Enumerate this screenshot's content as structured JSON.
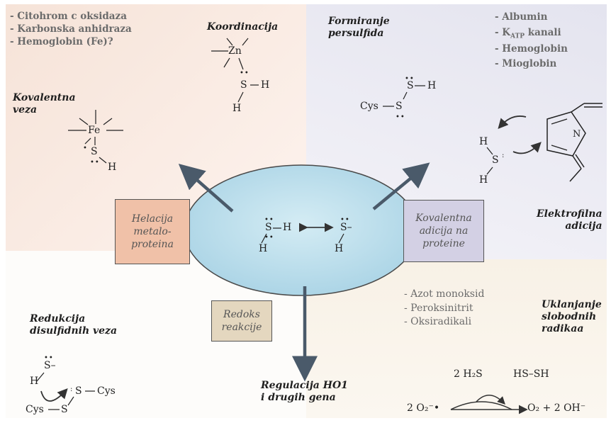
{
  "quadrants": {
    "top_left": {
      "targets": [
        "- Citohrom c oksidaza",
        "- Karbonska anhidraza",
        "- Hemoglobin (Fe)?"
      ],
      "heading_coord": "Koordinacija",
      "heading_cov": [
        "Kovalentna",
        "veza"
      ],
      "mechanism_box": [
        "Helacija",
        "metalo-",
        "proteina"
      ]
    },
    "top_right": {
      "heading_pers": [
        "Formiranje",
        "persulfida"
      ],
      "targets": [
        "- Albumin",
        "- K",
        "ATP",
        " kanali",
        "- Hemoglobin",
        "- Mioglobin"
      ],
      "heading_elec": [
        "Elektrofilna",
        "adicija"
      ],
      "mechanism_box": [
        "Kovalentna",
        "adicija na",
        "proteine"
      ]
    },
    "bottom_left": {
      "heading": [
        "Redukcija",
        "disulfidnih veza"
      ],
      "mechanism_box": [
        "Redoks",
        "reakcije"
      ]
    },
    "bottom_right": {
      "oxidants": [
        "- Azot monoksid",
        "- Peroksinitrit",
        "- Oksiradikali"
      ],
      "heading": [
        "Uklanjanje",
        "slobodnih",
        "radikaa"
      ],
      "reaction": {
        "reagent_top": "2 H₂S",
        "product_top": "HS–SH",
        "reagent_bottom": "2 O₂⁻•",
        "product_bottom": "O₂ + 2 OH⁻"
      }
    },
    "bottom_center": {
      "heading": [
        "Regulacija HO1",
        "i drugih gena"
      ]
    }
  },
  "atoms": {
    "S": "S",
    "H": "H",
    "Zn": "Zn",
    "Fe": "Fe",
    "N": "N",
    "Cys": "Cys",
    "S_minus": "S–",
    "S_dash": "S –",
    "H_dash": "– H"
  },
  "colors": {
    "top_left_bg": "#f6e3d8",
    "top_right_bg": "#e4e4ef",
    "bottom_right_bg": "#f8f1e6",
    "ellipse": "#b9dcea",
    "arrow": "#4a5a6a",
    "box_helacija": "#f0c1a8",
    "box_kovalentna": "#d3d0e4",
    "box_redoks": "#e4d7bf"
  }
}
